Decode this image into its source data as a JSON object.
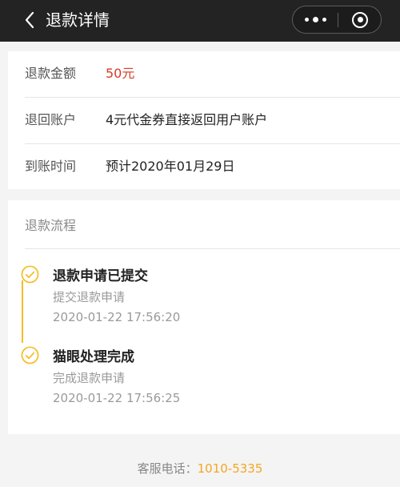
{
  "header": {
    "title": "退款详情",
    "icons": {
      "back": "chevron-left-icon",
      "more": "more-dots-icon",
      "close": "capsule-close-icon"
    }
  },
  "refund_info": [
    {
      "label": "退款金额",
      "value": "50元"
    },
    {
      "label": "退回账户",
      "value": "4元代金券直接返回用户账户"
    },
    {
      "label": "到账时间",
      "value": "预计2020年01月29日"
    }
  ],
  "flow": {
    "title": "退款流程",
    "steps": [
      {
        "title": "退款申请已提交",
        "desc": "提交退款申请",
        "time": "2020-01-22 17:56:20"
      },
      {
        "title": "猫眼处理完成",
        "desc": "完成退款申请",
        "time": "2020-01-22 17:56:25"
      }
    ]
  },
  "footer": {
    "label": "客服电话：",
    "phone": "1010-5335"
  },
  "colors": {
    "navbar": "#232323",
    "amount": "#d83b26",
    "accent": "#f5bd26",
    "phone": "#f5a623",
    "background": "#f4f4f4"
  }
}
